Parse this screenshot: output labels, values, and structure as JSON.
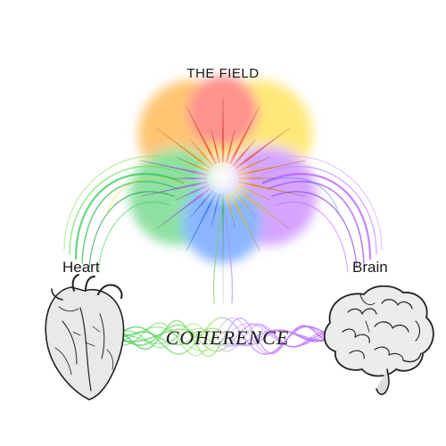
{
  "diagram": {
    "title": "THE FIELD",
    "left_label": "Heart",
    "right_label": "Brain",
    "center_label": "COHERENCE"
  },
  "icons": {
    "left": "anatomical-heart-icon",
    "right": "brain-icon",
    "center": "starburst-field-icon"
  },
  "colors": {
    "red": "#ff3b30",
    "orange": "#ff9500",
    "yellow": "#ffd60a",
    "green": "#34c759",
    "blue": "#2f7bff",
    "violet": "#b25cff",
    "ink": "#1a1a1a"
  }
}
